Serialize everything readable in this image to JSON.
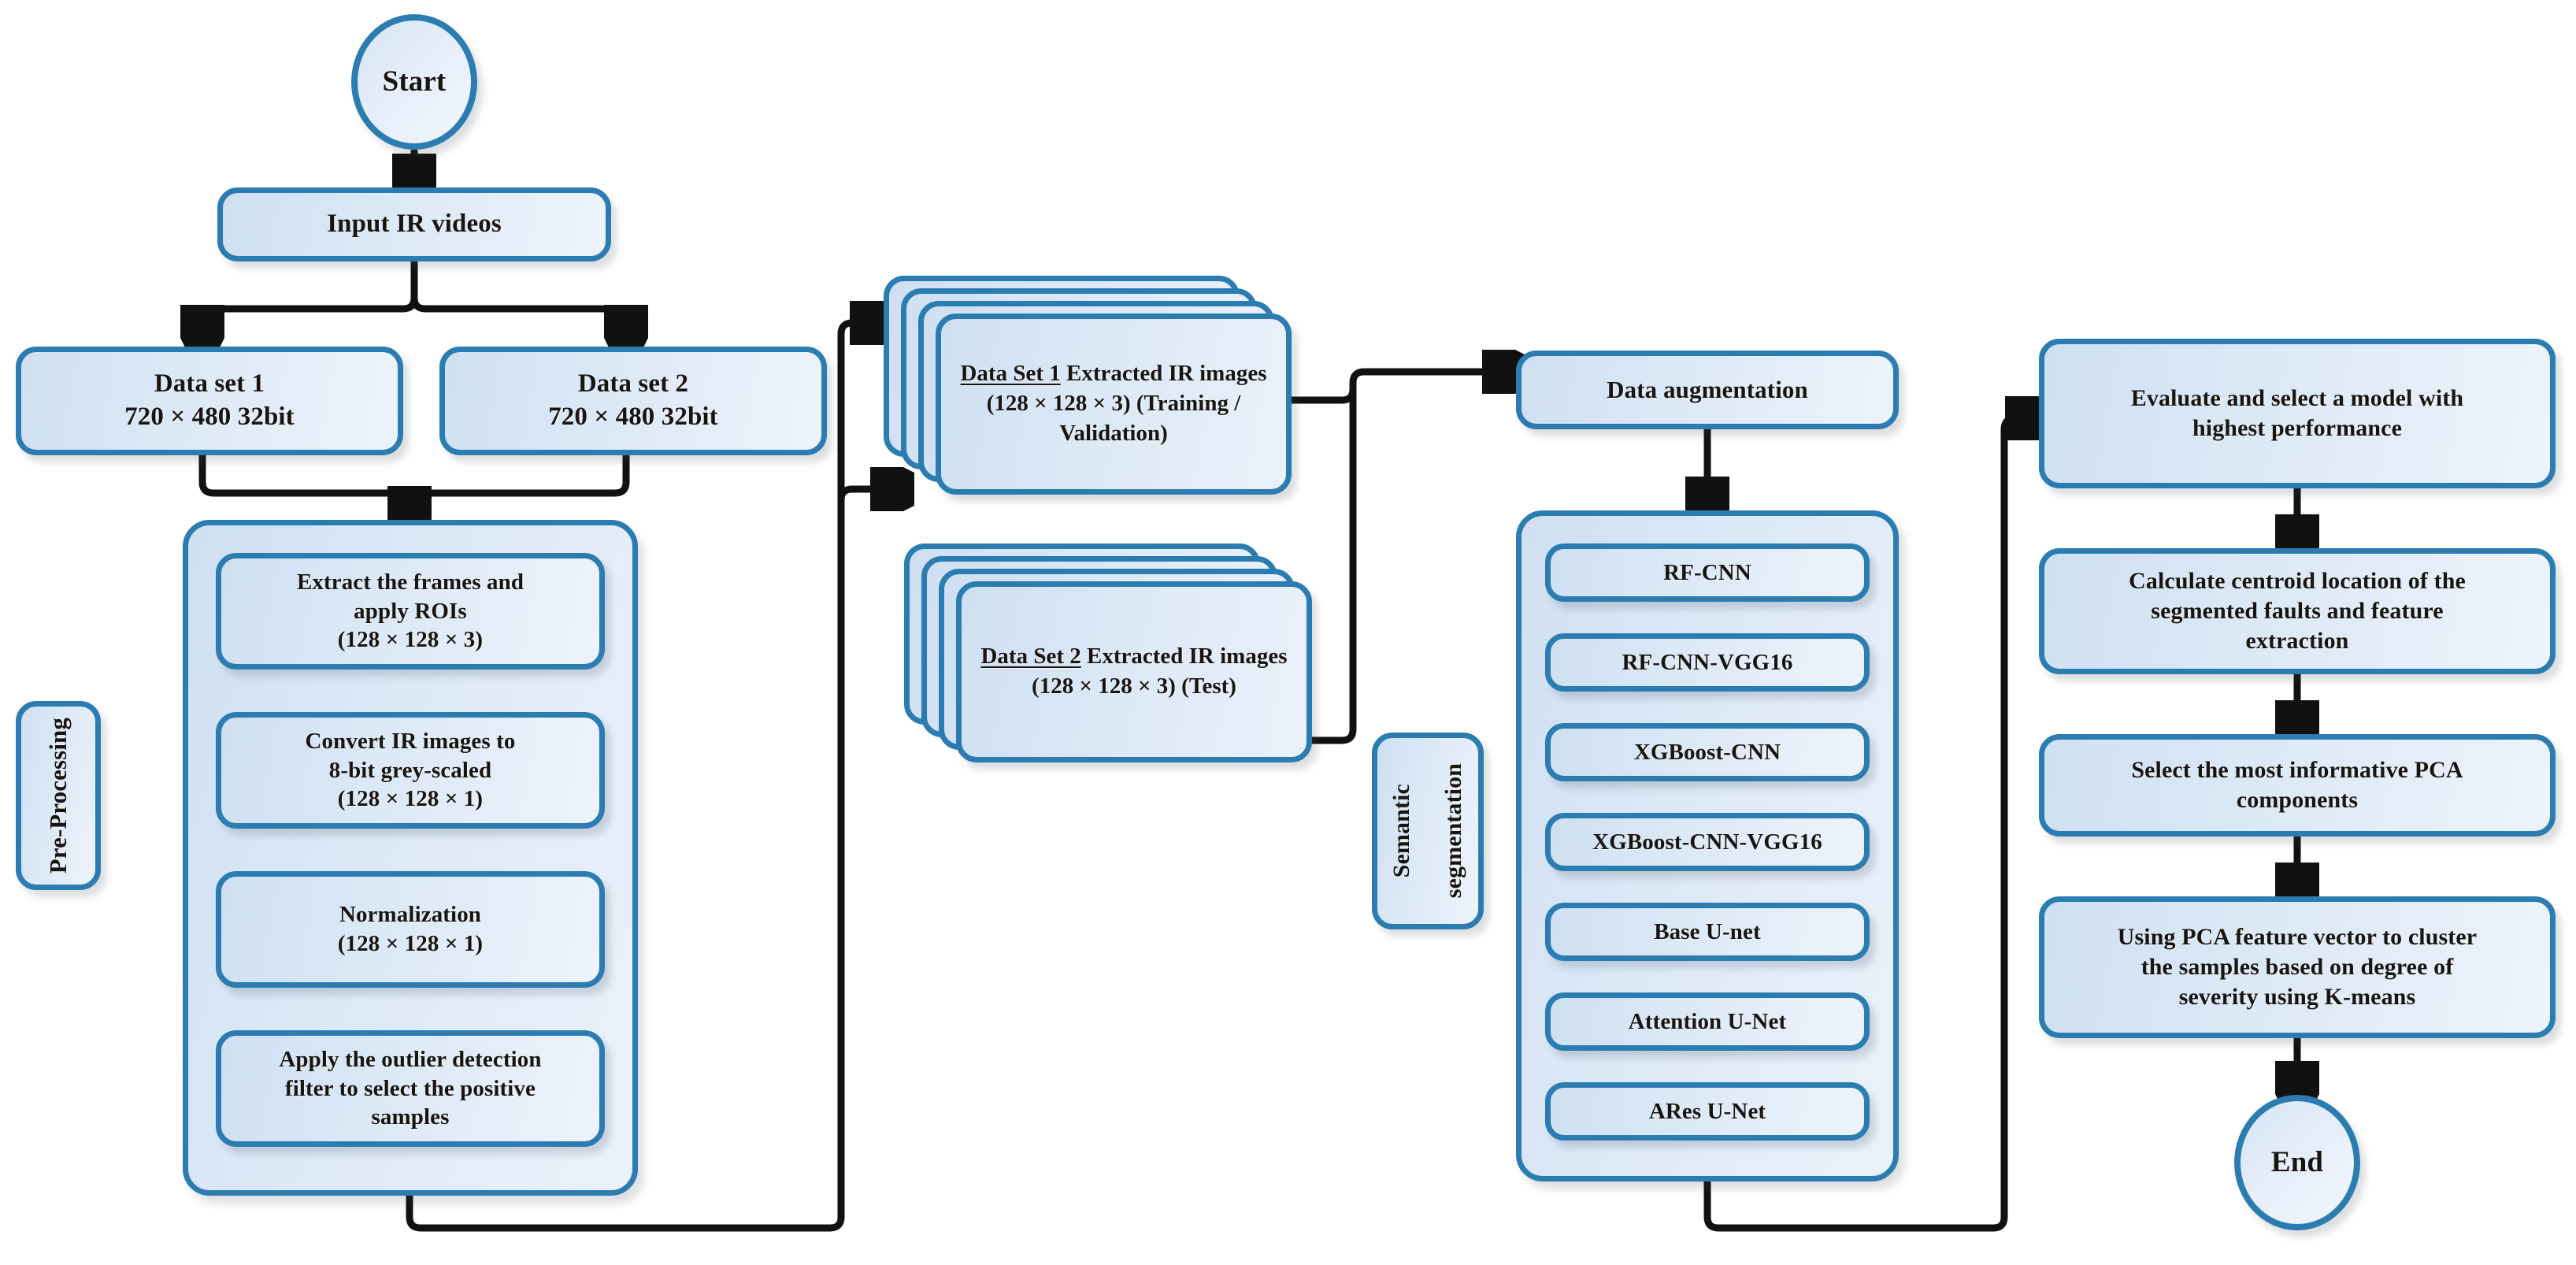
{
  "diagram": {
    "title": "IR video fault detection and severity clustering pipeline",
    "colors": {
      "node_border": "#2b7cb0",
      "node_fill_light": "#eaf1fa",
      "node_fill_dark": "#cfe0f2",
      "connector": "#111111",
      "text": "#171512",
      "background": "#ffffff"
    }
  },
  "start": {
    "label": "Start"
  },
  "end": {
    "label": "End"
  },
  "input": {
    "label": "Input IR videos"
  },
  "datasets_raw": [
    {
      "name": "Data set 1",
      "spec": "720 × 480 32bit"
    },
    {
      "name": "Data set 2",
      "spec": "720 × 480 32bit"
    }
  ],
  "preprocessing": {
    "label": "Pre-Processing",
    "steps": [
      {
        "line1": "Extract the frames and",
        "line2": "apply ROIs",
        "line3": "(128 × 128 × 3)"
      },
      {
        "line1": "Convert IR images to",
        "line2": "8-bit grey-scaled",
        "line3": "(128 × 128 × 1)"
      },
      {
        "line1": "Normalization",
        "line2": "(128 × 128 × 1)",
        "line3": ""
      },
      {
        "line1": "Apply the outlier detection",
        "line2": "filter to select the positive",
        "line3": "samples"
      }
    ]
  },
  "extracted_sets": [
    {
      "title": "Data Set 1",
      "line2": "Extracted IR images",
      "line3": "(128 × 128 × 3)",
      "line4": "(Training / Validation)"
    },
    {
      "title": "Data Set 2",
      "line2": "Extracted IR images",
      "line3": "(128 × 128 × 3)",
      "line4": "(Test)"
    }
  ],
  "augmentation": {
    "label": "Data augmentation"
  },
  "segmentation": {
    "label_line1": "Semantic",
    "label_line2": "segmentation",
    "models": [
      "RF-CNN",
      "RF-CNN-VGG16",
      "XGBoost-CNN",
      "XGBoost-CNN-VGG16",
      "Base U-net",
      "Attention U-Net",
      "ARes U-Net"
    ]
  },
  "evaluation": [
    {
      "line1": "Evaluate and select a model with",
      "line2": "highest performance",
      "line3": ""
    },
    {
      "line1": "Calculate centroid location of the",
      "line2": "segmented faults and feature",
      "line3": "extraction"
    },
    {
      "line1": "Select the most informative PCA",
      "line2": "components",
      "line3": ""
    },
    {
      "line1": "Using PCA feature vector to cluster",
      "line2": "the samples based on degree of",
      "line3": "severity using K-means"
    }
  ]
}
